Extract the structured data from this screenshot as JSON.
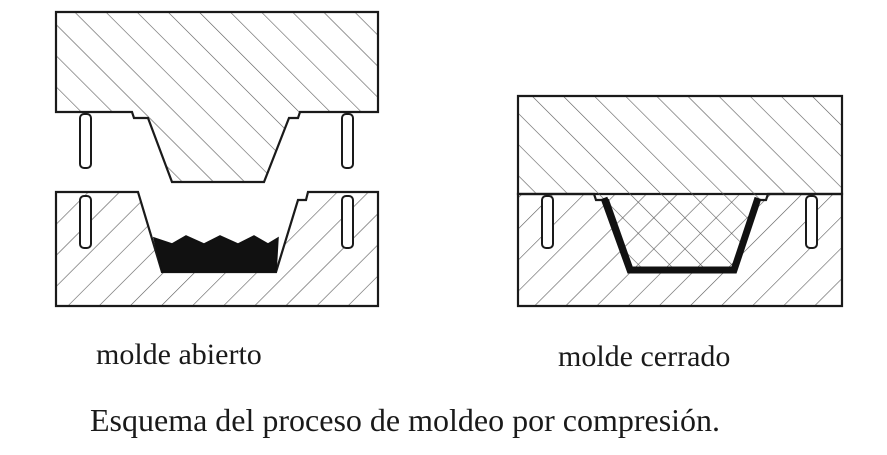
{
  "labels": {
    "open_mold": "molde abierto",
    "closed_mold": "molde cerrado"
  },
  "caption": "Esquema del proceso de moldeo por compresión.",
  "colors": {
    "line": "#1a1a1a",
    "hatch": "#555555",
    "background": "#ffffff"
  }
}
